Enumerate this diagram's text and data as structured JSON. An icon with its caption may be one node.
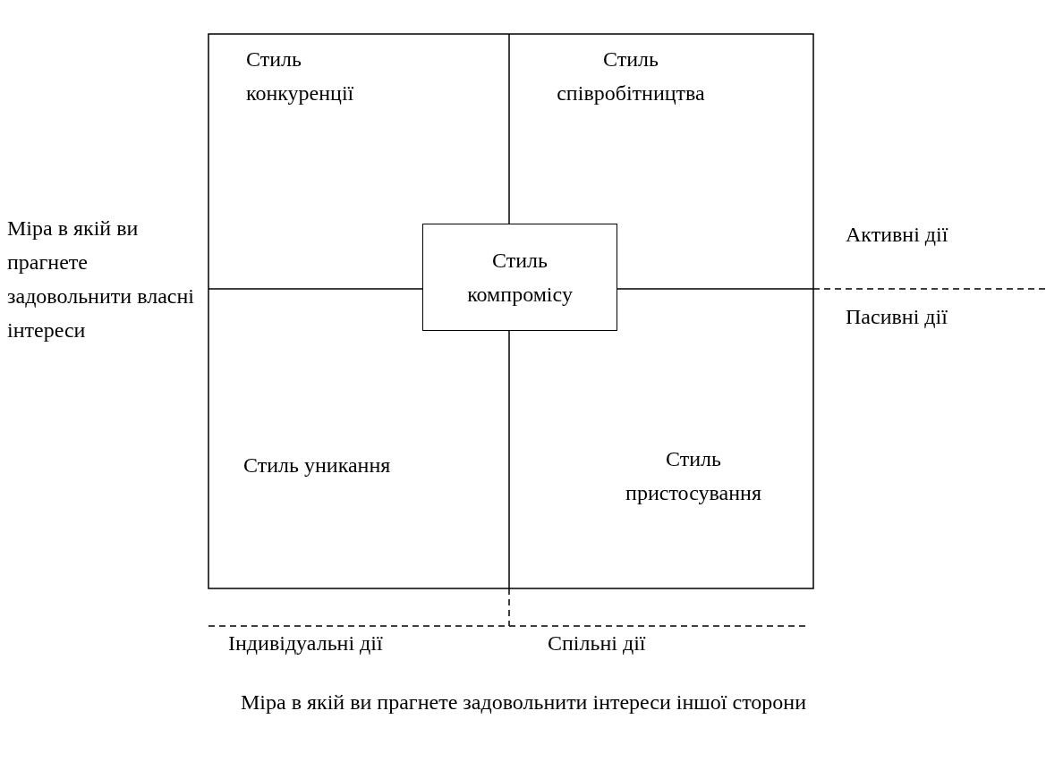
{
  "diagram": {
    "nodes": [
      {
        "text": [
          "Стиль компромісу"
        ]
      }
    ],
    "labels": [
      "Стиль конкуренції",
      "Стиль співробітництва",
      "Міра в якій ви прагнете задовольнити власні інтереси",
      "Активні дії",
      "Пасивні дії",
      "Стиль уникання",
      "Стиль пристосування",
      "Індивідуальні дії",
      "Спільні дії",
      "Міра в якій ви прагнете задовольнити інтереси іншої сторони"
    ]
  }
}
